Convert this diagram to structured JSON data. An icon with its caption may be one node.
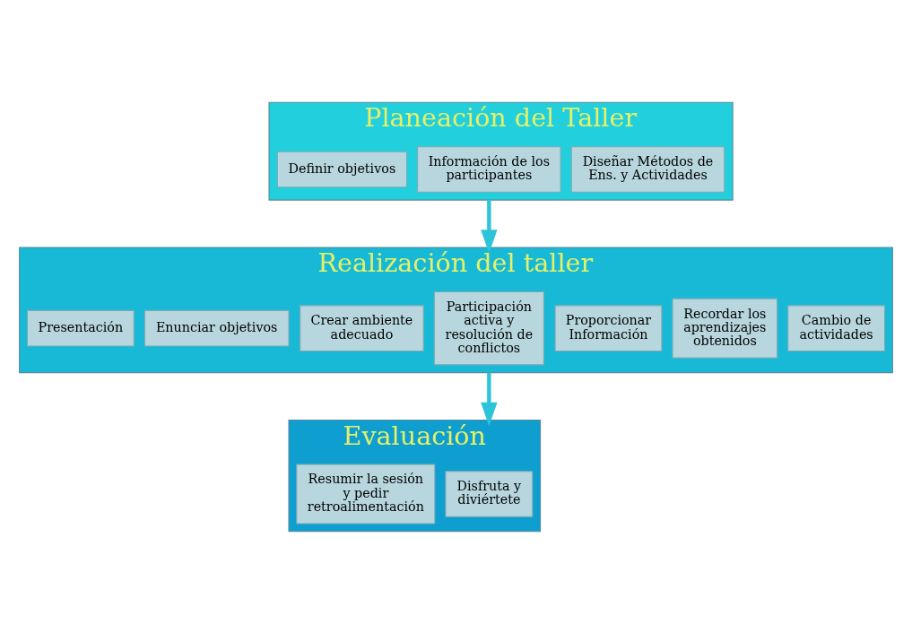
{
  "diagram": {
    "nodes": [
      {
        "text": [
          "Planeación del Taller"
        ]
      },
      {
        "text": [
          "Definir objetivos"
        ],
        "in": 0
      },
      {
        "text": [
          "Información de los participantes"
        ],
        "in": 0
      },
      {
        "text": [
          "Diseñar Métodos de Ens. y Actividades"
        ],
        "in": 0
      },
      {
        "text": [
          "Realización del taller"
        ]
      },
      {
        "text": [
          "Presentación"
        ],
        "in": 4
      },
      {
        "text": [
          "Enunciar objetivos"
        ],
        "in": 4
      },
      {
        "text": [
          "Crear ambiente adecuado"
        ],
        "in": 4
      },
      {
        "text": [
          "Participación activa y resolución de conflictos"
        ],
        "in": 4
      },
      {
        "text": [
          "Proporcionar Información"
        ],
        "in": 4
      },
      {
        "text": [
          "Recordar los aprendizajes obtenidos"
        ],
        "in": 4
      },
      {
        "text": [
          "Cambio de actividades"
        ],
        "in": 4
      },
      {
        "text": [
          "Evaluación"
        ]
      },
      {
        "text": [
          "Resumir la sesión y pedir retroalimentación"
        ],
        "in": 12
      },
      {
        "text": [
          "Disfruta y diviértete"
        ],
        "in": 12
      }
    ],
    "edges": [
      {
        "from": 0,
        "to": 4,
        "arrow": "to"
      },
      {
        "from": 4,
        "to": 12,
        "arrow": "to"
      }
    ]
  }
}
